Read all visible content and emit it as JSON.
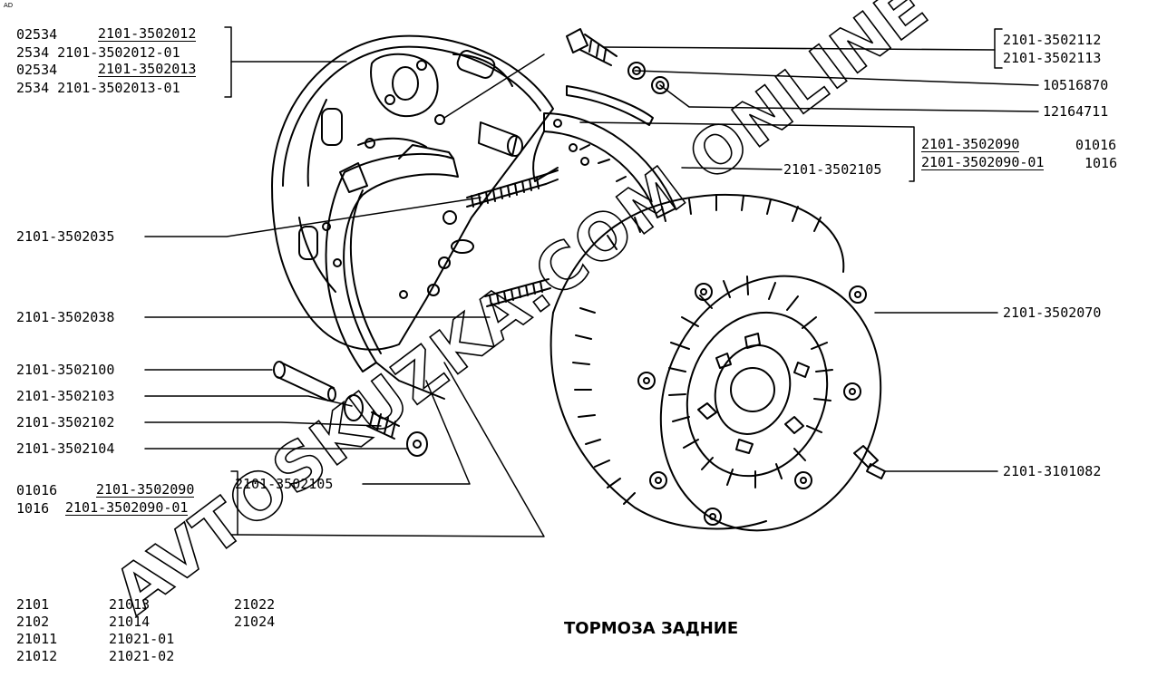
{
  "title": "ТОРМОЗА ЗАДНИЕ",
  "corner_mark": "AD",
  "watermark": "AVTOSKUZKA.COM ONLINE",
  "labels": {
    "shield_group": [
      "02534",
      "2101-3502012",
      "2534 2101-3502012-01",
      "02534",
      "2101-3502013",
      "2534 2101-3502013-01"
    ],
    "bolt_group": [
      "2101-3502112",
      "2101-3502113"
    ],
    "washer": "10516870",
    "nut": "12164711",
    "shoe_group_right_a": "2101-3502090",
    "shoe_group_right_a_code": "01016",
    "shoe_group_right_b": "2101-3502090-01",
    "shoe_group_right_b_code": "1016",
    "lining": "2101-3502105",
    "upper_spring": "2101-3502035",
    "lower_spring": "2101-3502038",
    "pin": "2101-3502100",
    "cup": "2101-3502103",
    "spring": "2101-3502102",
    "cap": "2101-3502104",
    "drum": "2101-3502070",
    "bleeder": "2101-3101082",
    "shoe_group_left_code_a": "01016",
    "shoe_group_left_a": "2101-3502090",
    "shoe_group_left_b_code": "1016",
    "shoe_group_left_b": "2101-3502090-01",
    "lining_lower": "2101-3502105"
  },
  "models": [
    [
      "2101",
      "21013",
      "21022"
    ],
    [
      "2102",
      "21014",
      "21024"
    ],
    [
      "21011",
      "21021-01",
      ""
    ],
    [
      "21012",
      "21021-02",
      ""
    ]
  ]
}
